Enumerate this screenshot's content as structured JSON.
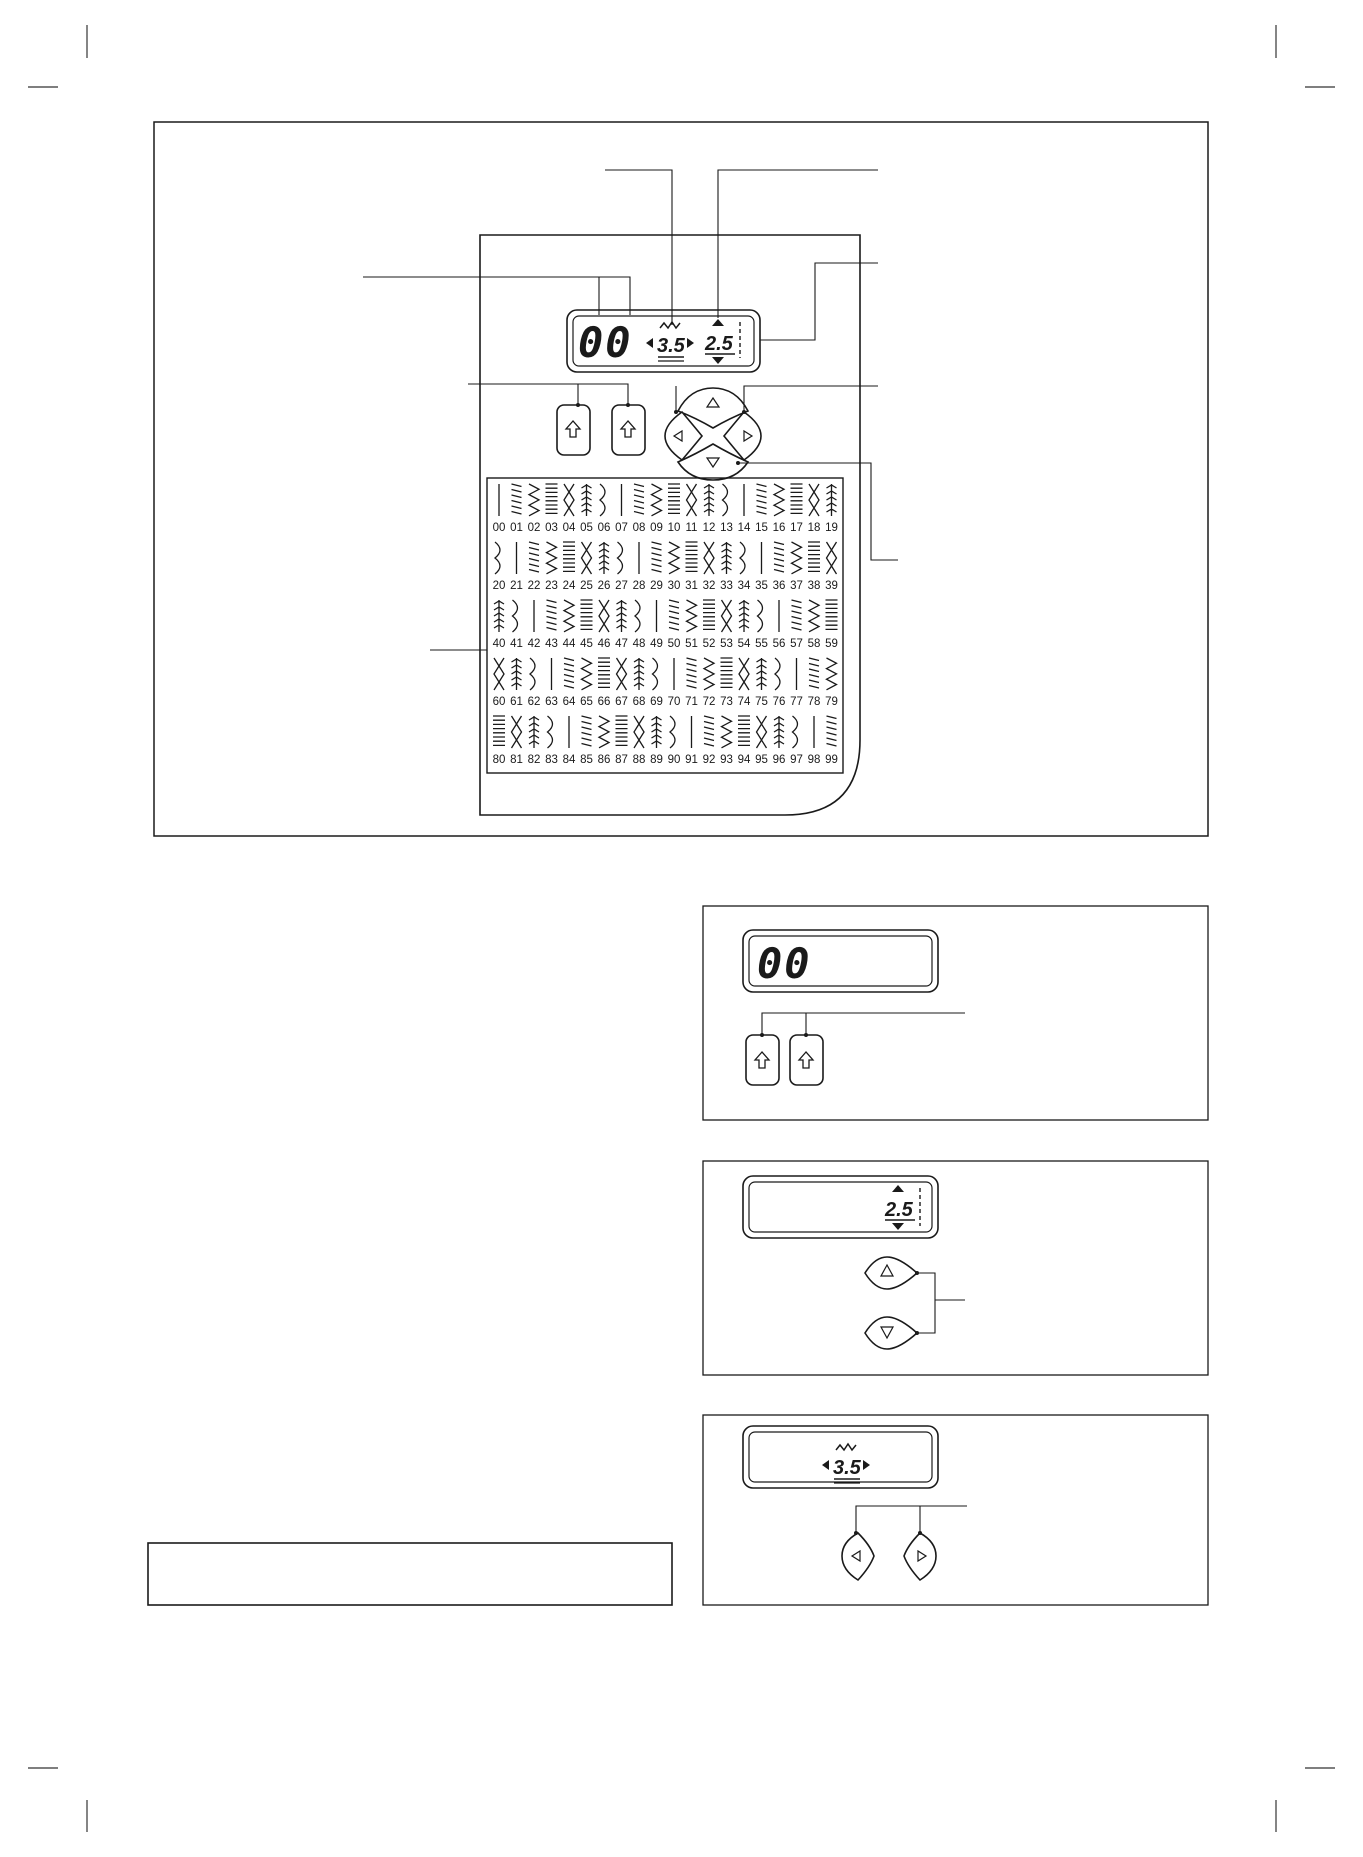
{
  "stitch_rows": [
    [
      "00",
      "01",
      "02",
      "03",
      "04",
      "05",
      "06",
      "07",
      "08",
      "09",
      "10",
      "11",
      "12",
      "13",
      "14",
      "15",
      "16",
      "17",
      "18",
      "19"
    ],
    [
      "20",
      "21",
      "22",
      "23",
      "24",
      "25",
      "26",
      "27",
      "28",
      "29",
      "30",
      "31",
      "32",
      "33",
      "34",
      "35",
      "36",
      "37",
      "38",
      "39"
    ],
    [
      "40",
      "41",
      "42",
      "43",
      "44",
      "45",
      "46",
      "47",
      "48",
      "49",
      "50",
      "51",
      "52",
      "53",
      "54",
      "55",
      "56",
      "57",
      "58",
      "59"
    ],
    [
      "60",
      "61",
      "62",
      "63",
      "64",
      "65",
      "66",
      "67",
      "68",
      "69",
      "70",
      "71",
      "72",
      "73",
      "74",
      "75",
      "76",
      "77",
      "78",
      "79"
    ],
    [
      "80",
      "81",
      "82",
      "83",
      "84",
      "85",
      "86",
      "87",
      "88",
      "89",
      "90",
      "91",
      "92",
      "93",
      "94",
      "95",
      "96",
      "97",
      "98",
      "99"
    ]
  ],
  "display": {
    "pattern_number": "00",
    "stitch_width": "3.5",
    "stitch_length": "2.5"
  },
  "icons": {
    "pattern_select_button": "up-arrow-icon",
    "length_up_button": "triangle-up-icon",
    "length_down_button": "triangle-down-icon",
    "width_left_button": "triangle-left-icon",
    "width_right_button": "triangle-right-icon",
    "width_symbol": "zigzag-icon"
  }
}
